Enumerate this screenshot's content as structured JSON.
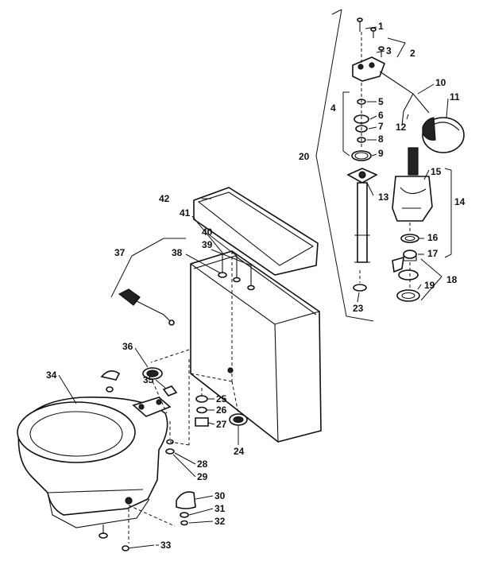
{
  "diagram": {
    "type": "exploded-parts-diagram",
    "callouts": {
      "c1": "1",
      "c2": "2",
      "c3": "3",
      "c4": "4",
      "c5": "5",
      "c6": "6",
      "c7": "7",
      "c8": "8",
      "c9": "9",
      "c10": "10",
      "c11": "11",
      "c12": "12",
      "c13": "13",
      "c14": "14",
      "c15": "15",
      "c16": "16",
      "c17": "17",
      "c18": "18",
      "c19": "19",
      "c20": "20",
      "c23": "23",
      "c24": "24",
      "c25": "25",
      "c26": "26",
      "c27": "27",
      "c28": "28",
      "c29": "29",
      "c30": "30",
      "c31": "31",
      "c32": "32",
      "c33": "33",
      "c34": "34",
      "c35": "35",
      "c36": "36",
      "c37": "37",
      "c38": "38",
      "c39": "39",
      "c40": "40",
      "c41": "41",
      "c42": "42"
    }
  }
}
